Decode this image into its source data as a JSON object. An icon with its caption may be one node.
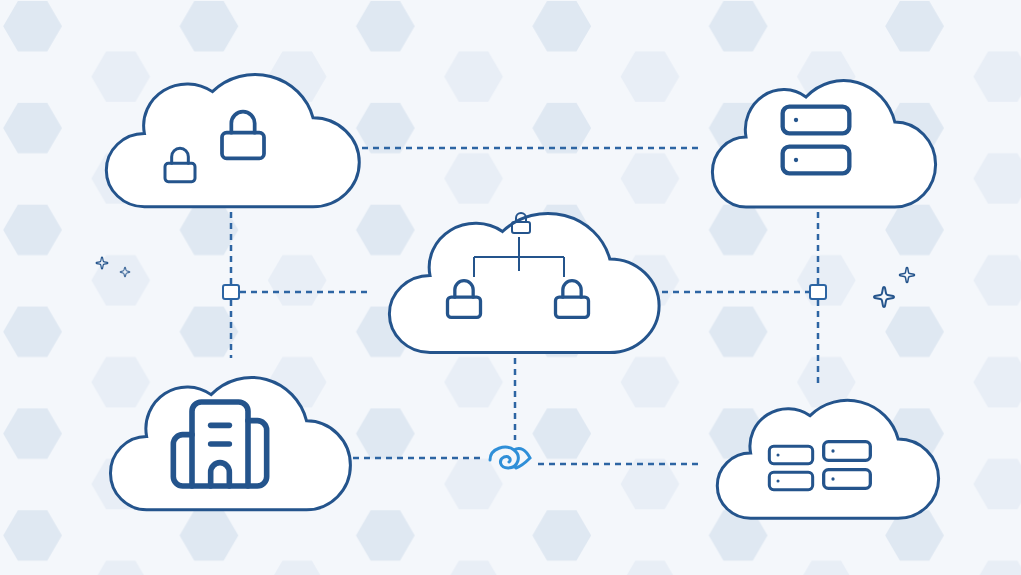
{
  "diagram": {
    "nodes": [
      {
        "text": [],
        "shape": "cloud"
      },
      {
        "text": [],
        "shape": "cloud"
      },
      {
        "text": [],
        "shape": "cloud"
      },
      {
        "text": [],
        "shape": "box"
      },
      {
        "text": [],
        "shape": "box"
      },
      {
        "text": [],
        "shape": "cloud"
      },
      {
        "text": [],
        "shape": "picture"
      },
      {
        "text": [],
        "shape": "cloud"
      }
    ],
    "edges": [
      {
        "from": 0,
        "to": 1,
        "arrow": "none",
        "style": "dashed"
      },
      {
        "from": 0,
        "to": 3,
        "arrow": "none",
        "style": "dashed"
      },
      {
        "from": 3,
        "to": 5,
        "arrow": "none",
        "style": "dashed"
      },
      {
        "from": 3,
        "to": 2,
        "arrow": "none",
        "style": "dashed"
      },
      {
        "from": 2,
        "to": 4,
        "arrow": "none",
        "style": "dashed"
      },
      {
        "from": 1,
        "to": 4,
        "arrow": "none",
        "style": "dashed"
      },
      {
        "from": 4,
        "to": 7,
        "arrow": "none",
        "style": "dashed"
      },
      {
        "from": 2,
        "to": 6,
        "arrow": "none",
        "style": "dashed"
      },
      {
        "from": 5,
        "to": 6,
        "arrow": "none",
        "style": "dashed"
      },
      {
        "from": 6,
        "to": 7,
        "arrow": "none",
        "style": "dashed"
      }
    ]
  }
}
